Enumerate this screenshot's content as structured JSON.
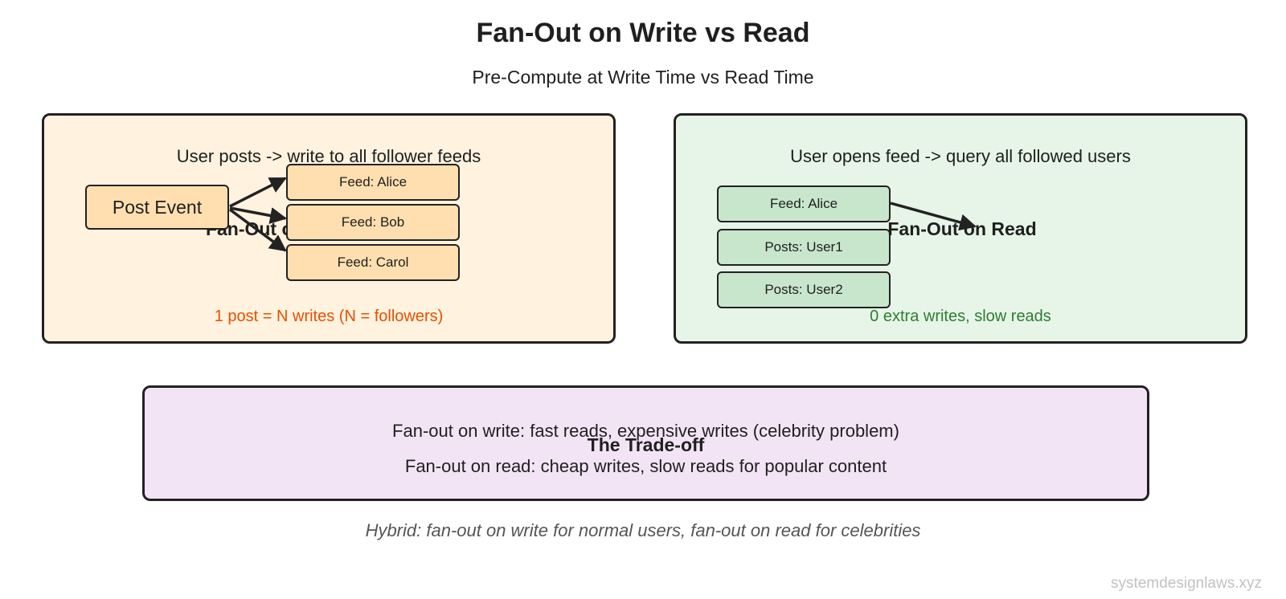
{
  "diagram": {
    "title": "Fan-Out on Write vs Read",
    "subtitle": "Pre-Compute at Write Time vs Read Time",
    "write_panel": {
      "title": "Fan-Out on Write",
      "description": "User posts -> write to all follower feeds",
      "source": "Post Event",
      "targets": [
        "Feed: Alice",
        "Feed: Bob",
        "Feed: Carol"
      ],
      "note": "1 post = N writes (N = followers)",
      "color": "#fff2df",
      "note_color": "#e65100"
    },
    "read_panel": {
      "title": "Fan-Out on Read",
      "description": "User opens feed -> query all followed users",
      "items": [
        "Feed: Alice",
        "Posts: User1",
        "Posts: User2"
      ],
      "note": "0 extra writes, slow reads",
      "color": "#e6f5e7",
      "note_color": "#2e7d32"
    },
    "tradeoff": {
      "title": "The Trade-off",
      "lines": [
        "Fan-out on write: fast reads, expensive writes (celebrity problem)",
        "Fan-out on read: cheap writes, slow reads for popular content"
      ],
      "color": "#f2e4f5"
    },
    "hybrid_note": "Hybrid: fan-out on write for normal users, fan-out on read for celebrities",
    "watermark": "systemdesignlaws.xyz"
  }
}
